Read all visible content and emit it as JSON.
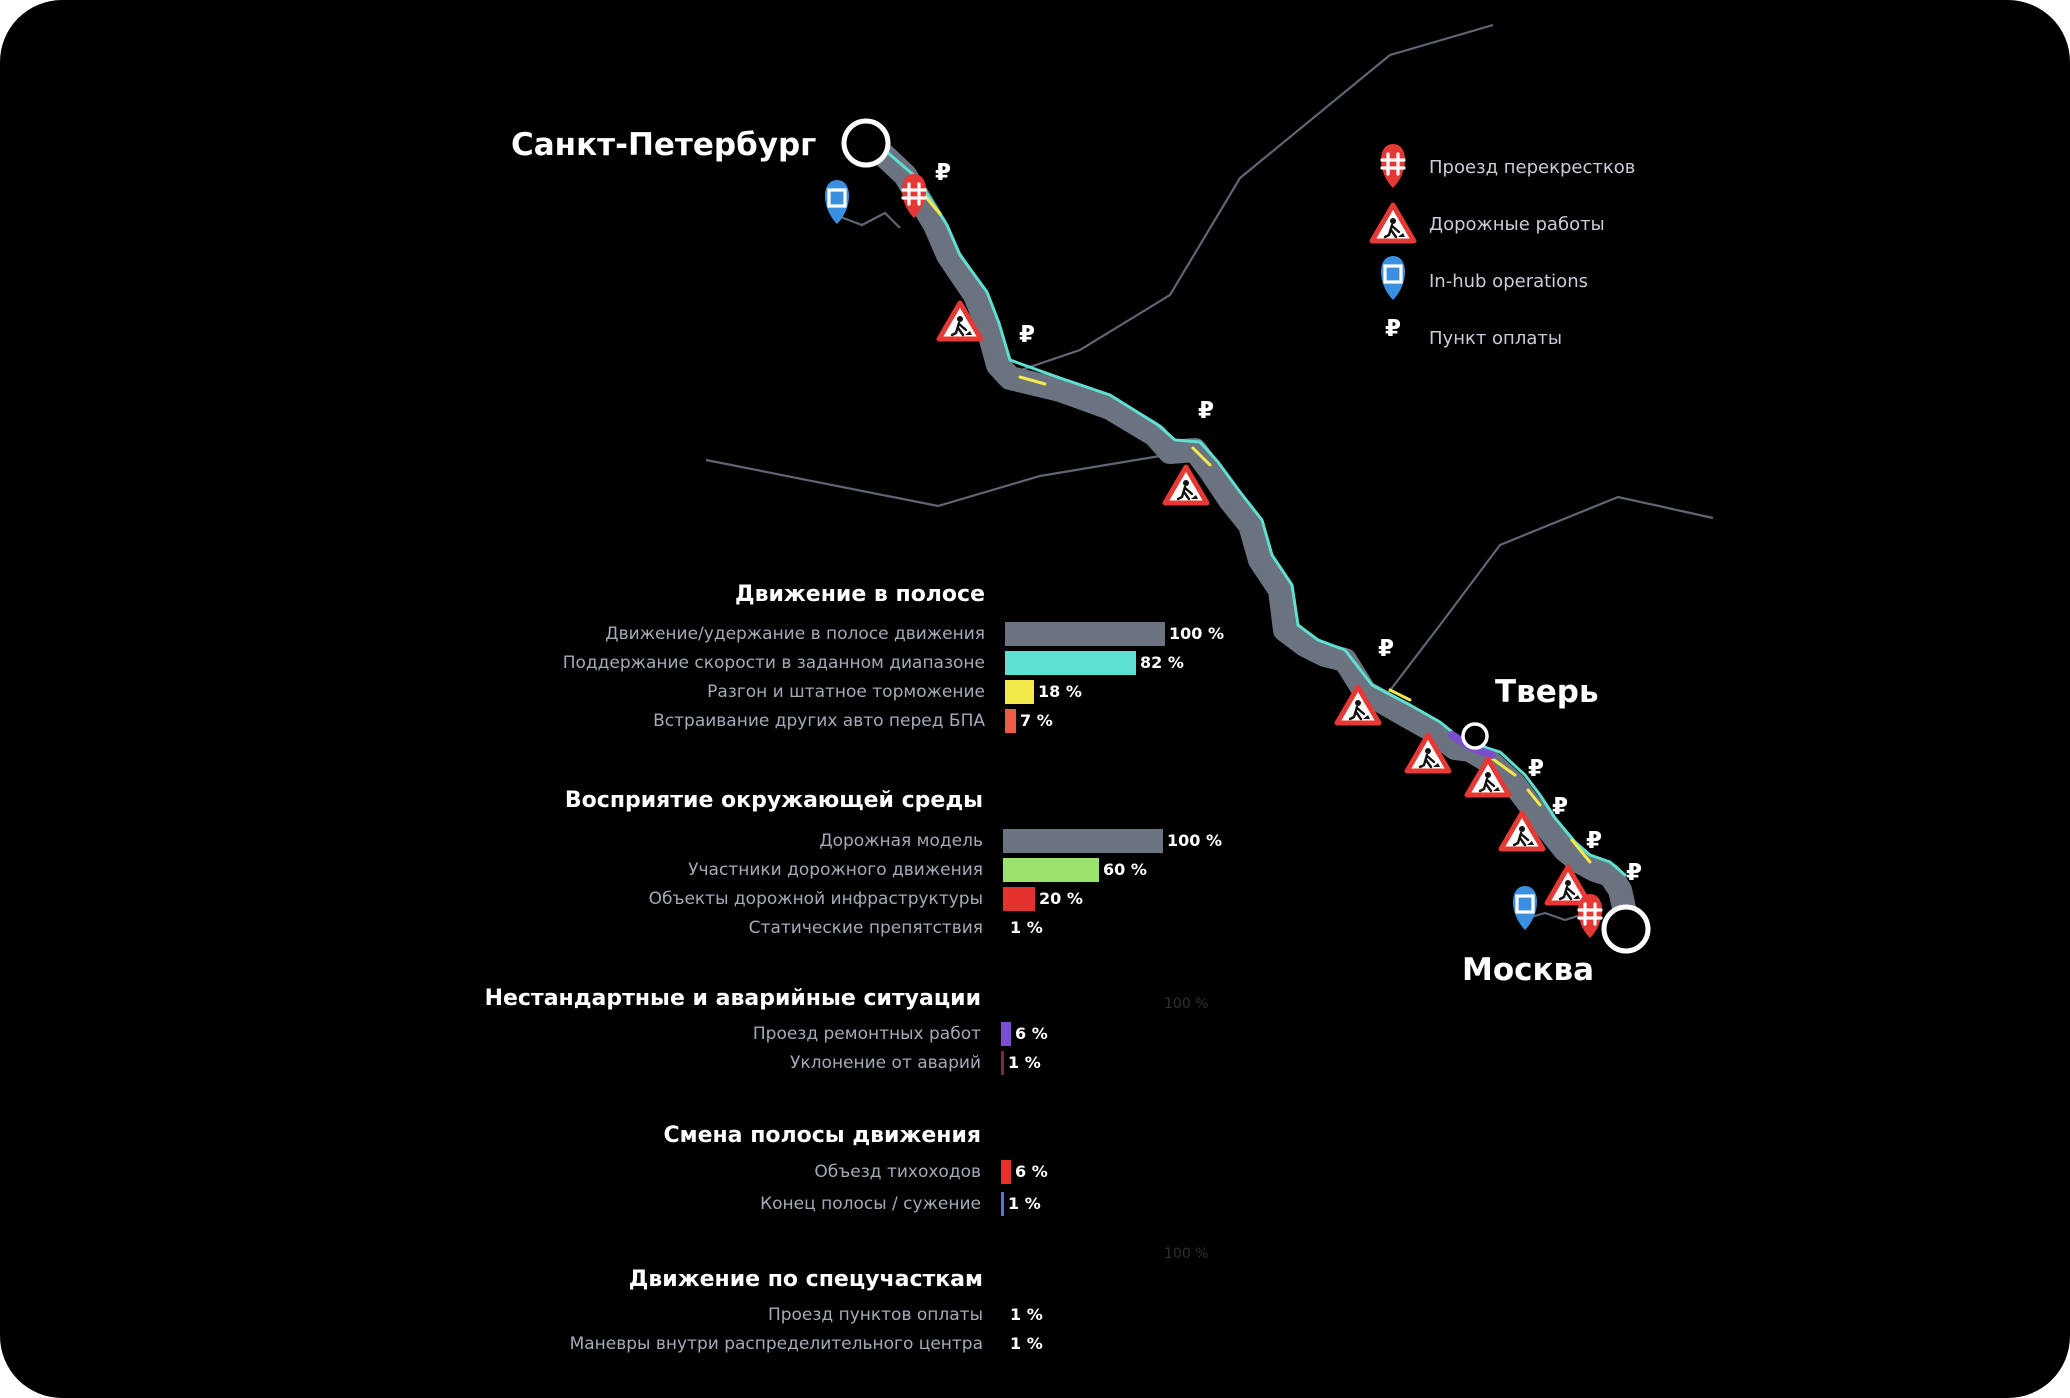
{
  "map": {
    "cities": {
      "spb": "Санкт-Петербург",
      "tver": "Тверь",
      "moscow": "Москва"
    },
    "toll_symbol": "₽",
    "colors": {
      "background": "#000000",
      "route_base": "#6b7280",
      "route_cyan": "#5ee0d0",
      "route_yellow": "#f4e94a",
      "route_purple": "#7c4dcc",
      "context_roads": "#5f6673",
      "marker_red": "#e53935",
      "marker_blue": "#3b8fe0"
    }
  },
  "legend": {
    "items": [
      {
        "icon": "intersection-pin-icon",
        "label": "Проезд перекрестков"
      },
      {
        "icon": "roadworks-icon",
        "label": "Дорожные работы"
      },
      {
        "icon": "hub-pin-icon",
        "label": "In-hub operations"
      },
      {
        "icon": "toll-icon",
        "label": "Пункт оплаты"
      }
    ]
  },
  "sections": [
    {
      "title": "Движение в полосе",
      "rows": [
        {
          "label": "Движение/удержание в полосе движения",
          "value": 100,
          "text": "100 %",
          "color": "#6b7280"
        },
        {
          "label": "Поддержание скорости в заданном диапазоне",
          "value": 82,
          "text": "82 %",
          "color": "#5ee0d0"
        },
        {
          "label": "Разгон и штатное торможение",
          "value": 18,
          "text": "18 %",
          "color": "#f4e94a"
        },
        {
          "label": "Встраивание других авто перед БПА",
          "value": 7,
          "text": "7 %",
          "color": "#ef5a46"
        }
      ]
    },
    {
      "title": "Восприятие окружающей среды",
      "rows": [
        {
          "label": "Дорожная модель",
          "value": 100,
          "text": "100 %",
          "color": "#6b7280"
        },
        {
          "label": "Участники дорожного движения",
          "value": 60,
          "text": "60 %",
          "color": "#9be36b"
        },
        {
          "label": "Объекты дорожной инфраструктуры",
          "value": 20,
          "text": "20 %",
          "color": "#e5322d"
        },
        {
          "label": "Статические препятствия",
          "value": 1,
          "text": "1 %",
          "color": "#000000"
        }
      ]
    },
    {
      "title": "Нестандартные и аварийные ситуации",
      "ghost": "100 %",
      "rows": [
        {
          "label": "Проезд ремонтных работ",
          "value": 6,
          "text": "6 %",
          "color": "#7c4dcc"
        },
        {
          "label": "Уклонение от аварий",
          "value": 1,
          "text": "1 %",
          "color": "#7a2a3a"
        }
      ]
    },
    {
      "title": "Смена полосы движения",
      "rows": [
        {
          "label": "Объезд тихоходов",
          "value": 6,
          "text": "6 %",
          "color": "#e5322d"
        },
        {
          "label": "Конец полосы / сужение",
          "value": 1,
          "text": "1 %",
          "color": "#5b6ee8"
        }
      ]
    },
    {
      "title": "Движение по спецучасткам",
      "ghost": "100 %",
      "rows": [
        {
          "label": "Проезд пунктов оплаты",
          "value": 1,
          "text": "1 %",
          "color": "#000000"
        },
        {
          "label": "Маневры внутри распределительного центра",
          "value": 1,
          "text": "1 %",
          "color": "#000000"
        }
      ]
    }
  ]
}
